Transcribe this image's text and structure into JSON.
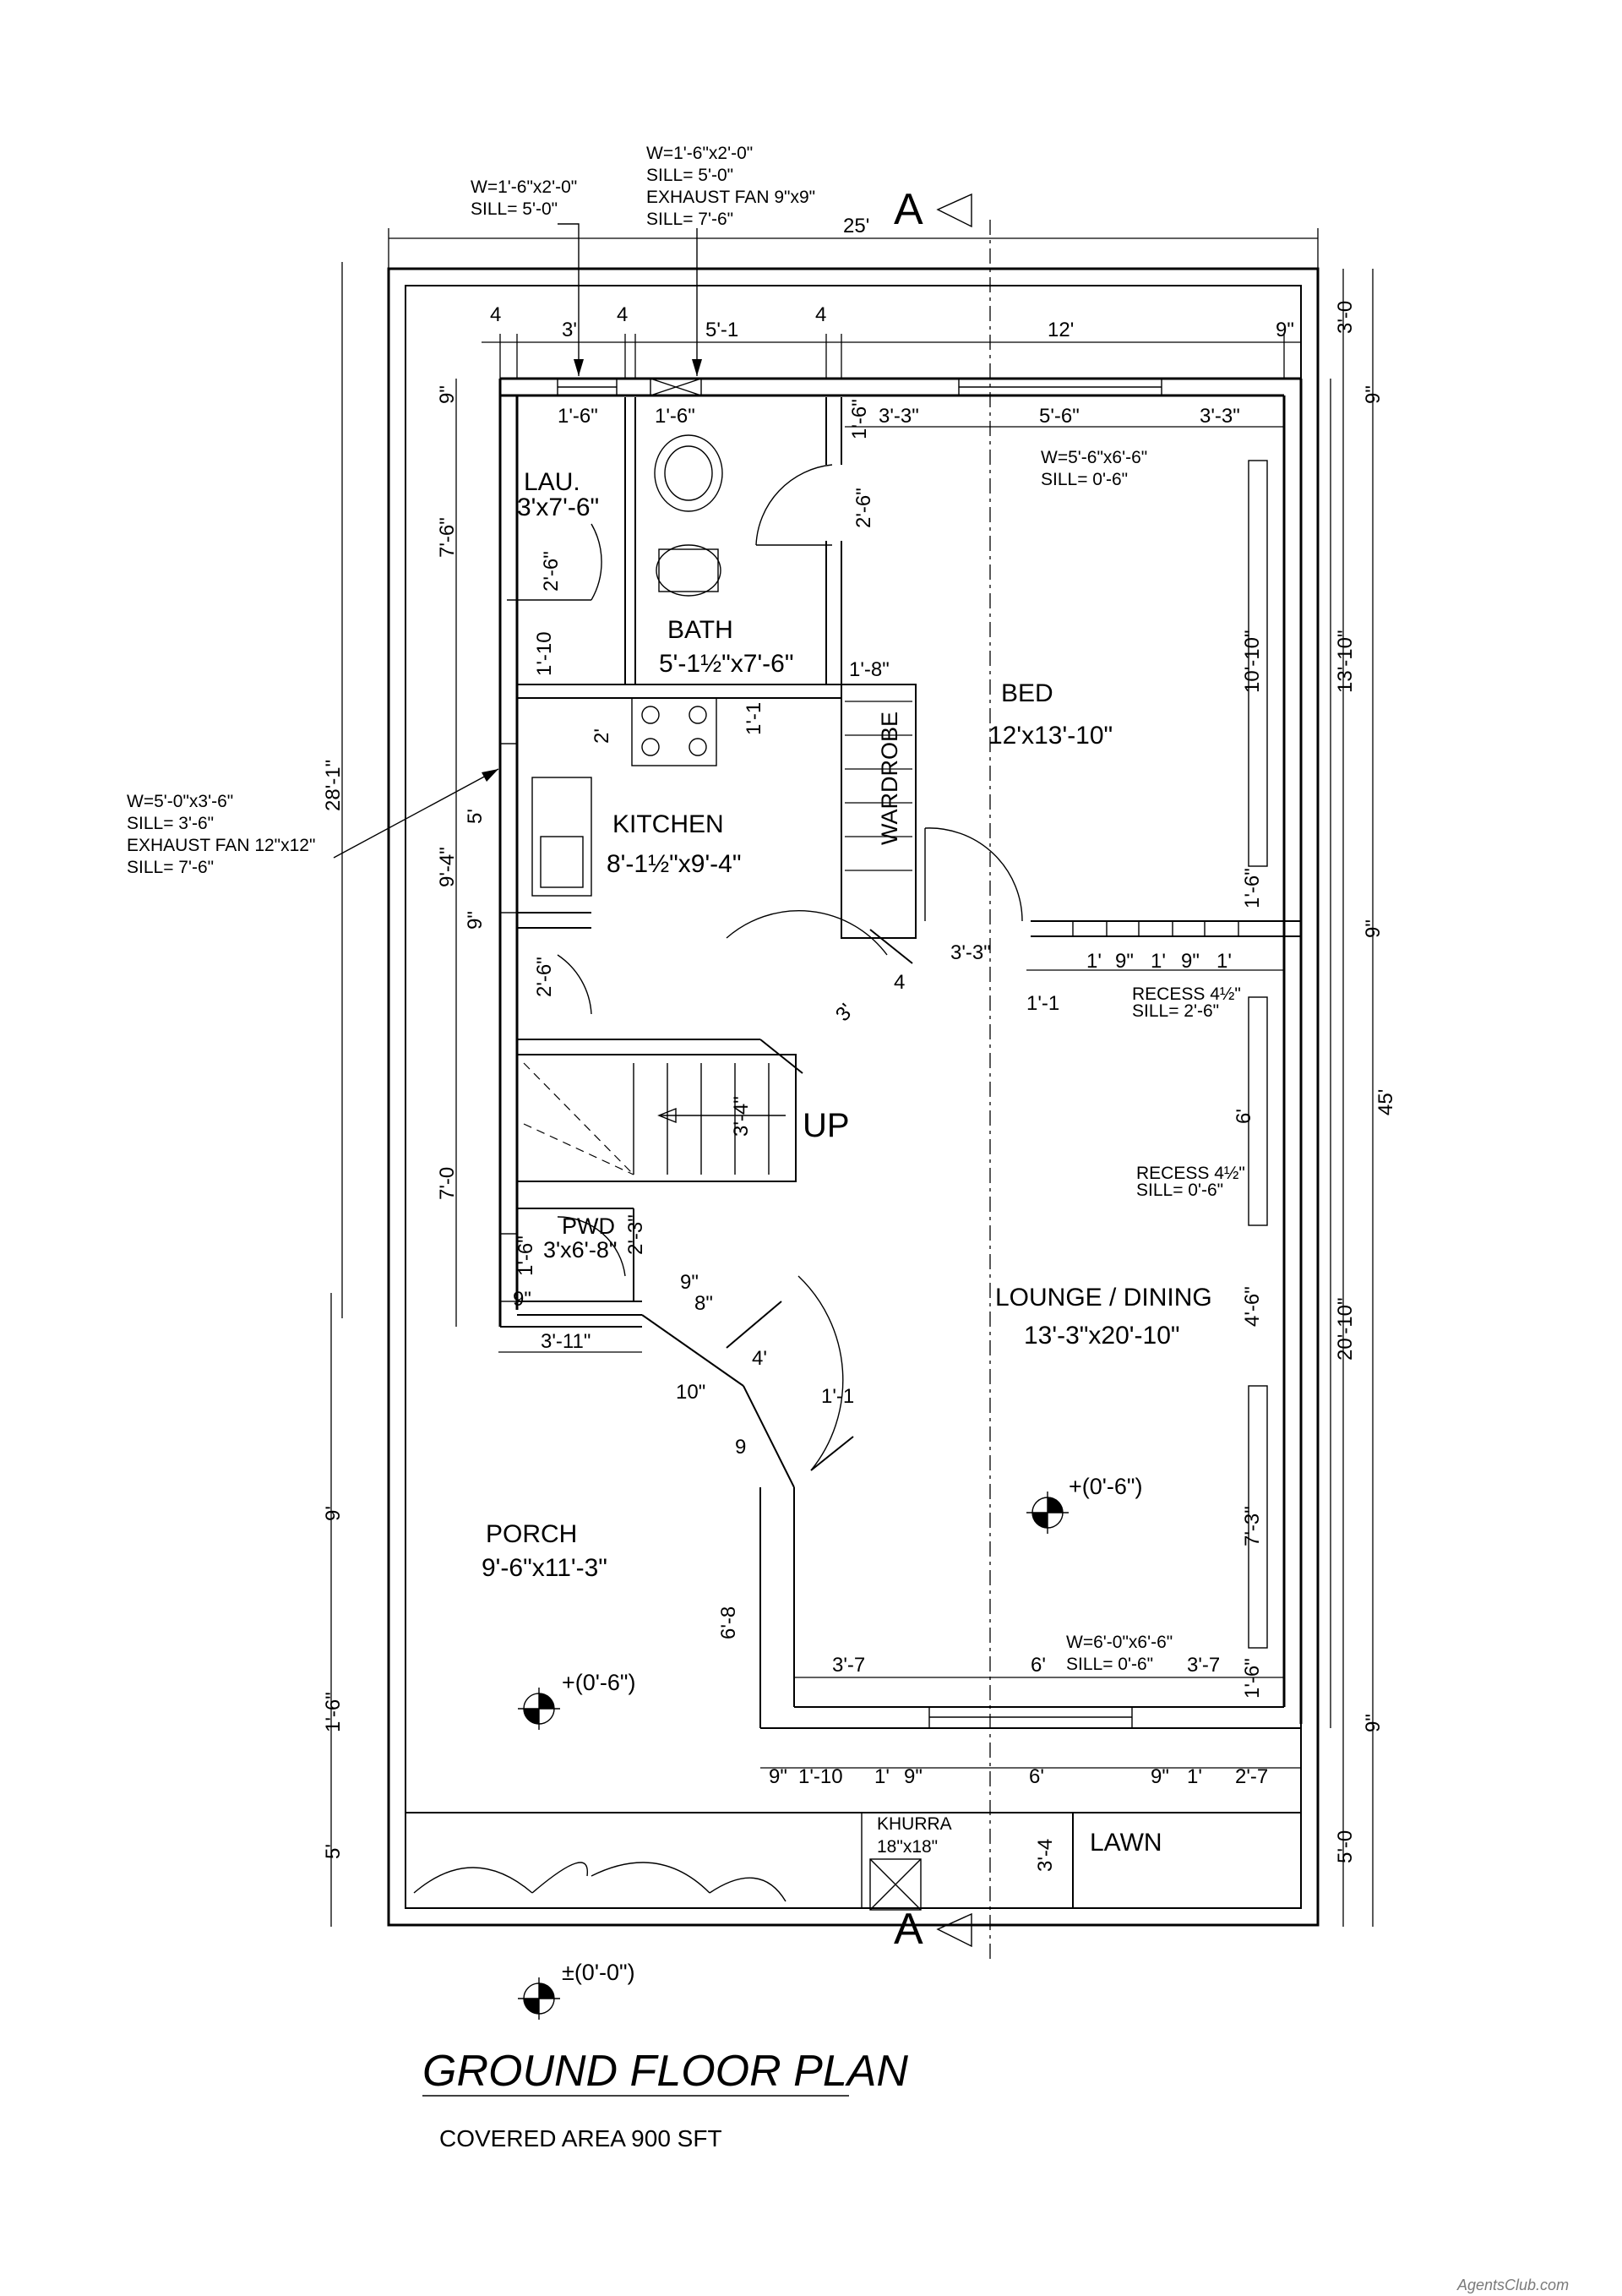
{
  "title": "GROUND FLOOR PLAN",
  "subtitle": "COVERED AREA 900 SFT",
  "watermark": "AgentsClub.com",
  "section_mark": "A",
  "rooms": {
    "laundry": {
      "name": "LAU.",
      "size": "3'x7'-6\""
    },
    "bath": {
      "name": "BATH",
      "size": "5'-1½\"x7'-6\""
    },
    "bed": {
      "name": "BED",
      "size": "12'x13'-10\""
    },
    "kitchen": {
      "name": "KITCHEN",
      "size": "8'-1½\"x9'-4\""
    },
    "wardrobe": "WARDROBE",
    "stair_up": "UP",
    "pwd": {
      "name": "PWD",
      "size": "3'x6'-8\""
    },
    "lounge": {
      "name": "LOUNGE / DINING",
      "size": "13'-3\"x20'-10\""
    },
    "porch": {
      "name": "PORCH",
      "size": "9'-6\"x11'-3\""
    },
    "khurra": {
      "name": "KHURRA",
      "size": "18\"x18\""
    },
    "lawn": "LAWN"
  },
  "levels": {
    "lounge": "+(0'-6\")",
    "porch": "+(0'-6\")",
    "road": "±(0'-0\")"
  },
  "notes": {
    "laundry_window": [
      "W=1'-6\"x2'-0\"",
      "SILL= 5'-0\""
    ],
    "bath_window": [
      "W=1'-6\"x2'-0\"",
      "SILL= 5'-0\"",
      "EXHAUST FAN 9\"x9\"",
      "SILL= 7'-6\""
    ],
    "kitchen_window": [
      "W=5'-0\"x3'-6\"",
      "SILL= 3'-6\"",
      "EXHAUST FAN 12\"x12\"",
      "SILL= 7'-6\""
    ],
    "bed_window": [
      "W=5'-6\"x6'-6\"",
      "SILL= 0'-6\""
    ],
    "lounge_window": [
      "W=6'-0\"x6'-6\"",
      "SILL= 0'-6\""
    ],
    "recess_1": [
      "RECESS 4½\"",
      "SILL= 2'-6\""
    ],
    "recess_2": [
      "RECESS 4½\"",
      "SILL= 0'-6\""
    ]
  },
  "dims": {
    "overall_width": "25'",
    "overall_depth": "45'",
    "left_depth": "28'-1\"",
    "top_row": [
      "3'",
      "5'-1",
      "12'",
      "9\""
    ],
    "fraction_top": "4",
    "half": "1",
    "half_den": "2",
    "bath_row": [
      "1'-6\"",
      "1'-6\""
    ],
    "bed_row": [
      "1'-6\"",
      "3'-3\"",
      "5'-6\"",
      "3'-3\""
    ],
    "left_col": [
      "9\"",
      "7'-6\"",
      "9'-4\"",
      "9\"",
      "7'-0",
      "9'",
      "1'-6\"",
      "5'"
    ],
    "right_col": [
      "9\"",
      "13'-10\"",
      "9\"",
      "20'-10\"",
      "9\"",
      "5'-0",
      "3'-0"
    ],
    "bed_inner": [
      "10'-10\"",
      "1'-6\"",
      "2'-6\""
    ],
    "lau_inner": [
      "2'-6\"",
      "1'-10"
    ],
    "kitchen_inner": [
      "2'",
      "1'-1",
      "5'",
      "2'-6\""
    ],
    "wardrobe_top": "1'-8\"",
    "recess_row": [
      "3'-3\"",
      "1'",
      "9\"",
      "1'",
      "9\"",
      "1'",
      "1'-1"
    ],
    "lobby": [
      "3'",
      "4",
      "3'-4\""
    ],
    "pwd_inner": [
      "2'-3\"",
      "1'-6\"",
      "9\""
    ],
    "porch_top": "3'-11\"",
    "door_diag": [
      "9\"",
      "8\"",
      "4'",
      "10\"",
      "9",
      "1'-1"
    ],
    "lounge_right": [
      "6'",
      "4'-6\"",
      "7'-3\"",
      "1'-6\""
    ],
    "lounge_bottom": [
      "3'-7",
      "6'",
      "3'-7"
    ],
    "porch_side": "6'-8",
    "bottom_row": [
      "9\"",
      "1'-10",
      "1'",
      "9\"",
      "6'",
      "9\"",
      "1'",
      "2'-7"
    ],
    "khurra_side": "3'-4"
  }
}
